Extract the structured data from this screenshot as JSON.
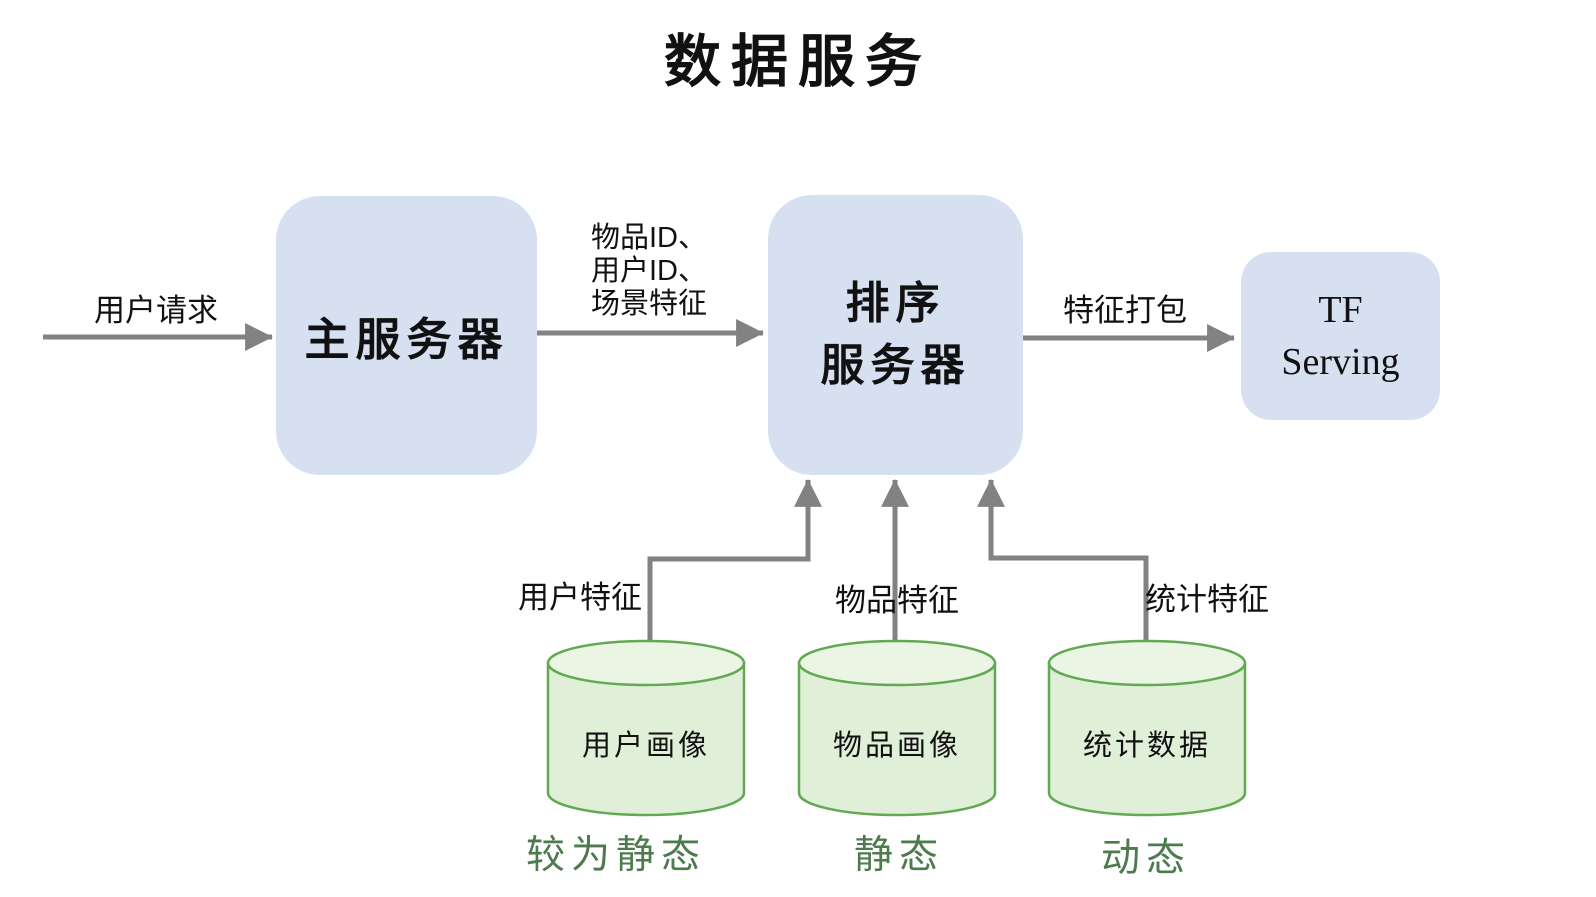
{
  "title": "数据服务",
  "colors": {
    "node_fill": "#d7e0f1",
    "cylinder_fill": "#e0efd8",
    "cylinder_top_fill": "#eaf5e3",
    "cylinder_stroke": "#61a952",
    "arrow": "#828282",
    "caption_green": "#4e7b4e",
    "text": "#111111"
  },
  "nodes": {
    "main_server": {
      "label": "主服务器"
    },
    "rank_server": {
      "line1": "排序",
      "line2": "服务器"
    },
    "tf_serving": {
      "line1": "TF",
      "line2": "Serving"
    }
  },
  "edge_labels": {
    "user_request": "用户请求",
    "rank_input_lines": [
      "物品ID、",
      "用户ID、",
      "场景特征"
    ],
    "feature_pack": "特征打包",
    "user_feature": "用户特征",
    "item_feature": "物品特征",
    "stat_feature": "统计特征"
  },
  "databases": [
    {
      "label": "用户画像",
      "caption": "较为静态"
    },
    {
      "label": "物品画像",
      "caption": "静态"
    },
    {
      "label": "统计数据",
      "caption": "动态"
    }
  ]
}
